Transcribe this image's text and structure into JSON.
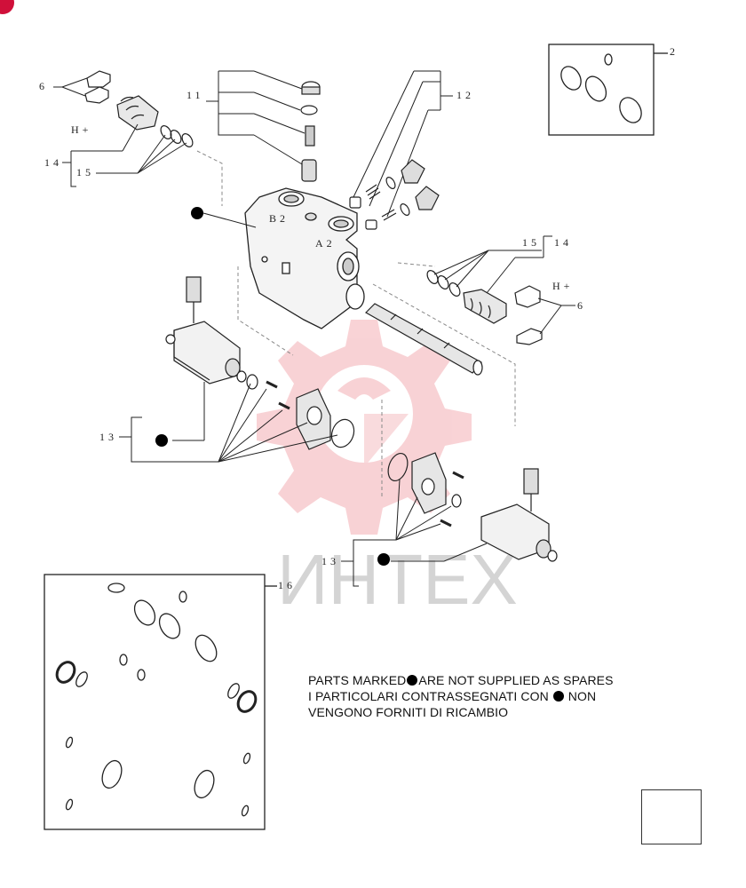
{
  "labels": {
    "l2": "2",
    "l6a": "6",
    "l6b": "6",
    "l11": "11",
    "l12": "12",
    "l13a": "13",
    "l13b": "13",
    "l14a": "14",
    "l14b": "14",
    "l15a": "15",
    "l15b": "15",
    "l16": "16",
    "hplus_a": "H+",
    "hplus_b": "H+",
    "port_b2": "B2",
    "port_a2": "A2"
  },
  "note": {
    "line1_pre": "PARTS MARKED",
    "line1_post": "ARE NOT SUPPLIED AS SPARES",
    "line2_pre": "I PARTICOLARI CONTRASSEGNATI CON",
    "line2_post": "NON",
    "line3": "VENGONO FORNITI DI RICAMBIO"
  },
  "watermark": {
    "text": "ИНТЕХ",
    "color": "#e8606a"
  },
  "colors": {
    "accent": "#d0103a"
  },
  "nav": {
    "icon": "next-page-arrow-icon"
  }
}
